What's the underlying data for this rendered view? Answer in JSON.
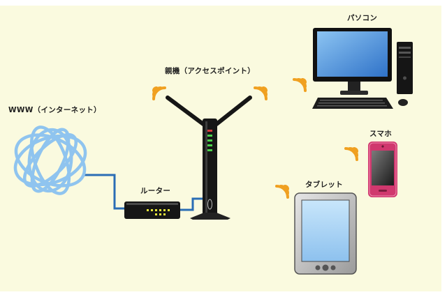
{
  "labels": {
    "internet": "WWW（インターネット）",
    "router": "ルーター",
    "access_point": "親機（アクセスポイント）",
    "pc": "パソコン",
    "smartphone": "スマホ",
    "tablet": "タブレット"
  },
  "colors": {
    "background": "#fafadf",
    "cable": "#2a6db5",
    "wifi_signal": "#f0a020",
    "globe": "#8fc4ef",
    "smartphone_body": "#d0386e",
    "monitor_screen": "#5a9be0",
    "tablet_screen": "#a9d2f5"
  },
  "icons": [
    "globe-icon",
    "router-icon",
    "access-point-icon",
    "desktop-pc-icon",
    "smartphone-icon",
    "tablet-icon",
    "wifi-signal-icon"
  ]
}
